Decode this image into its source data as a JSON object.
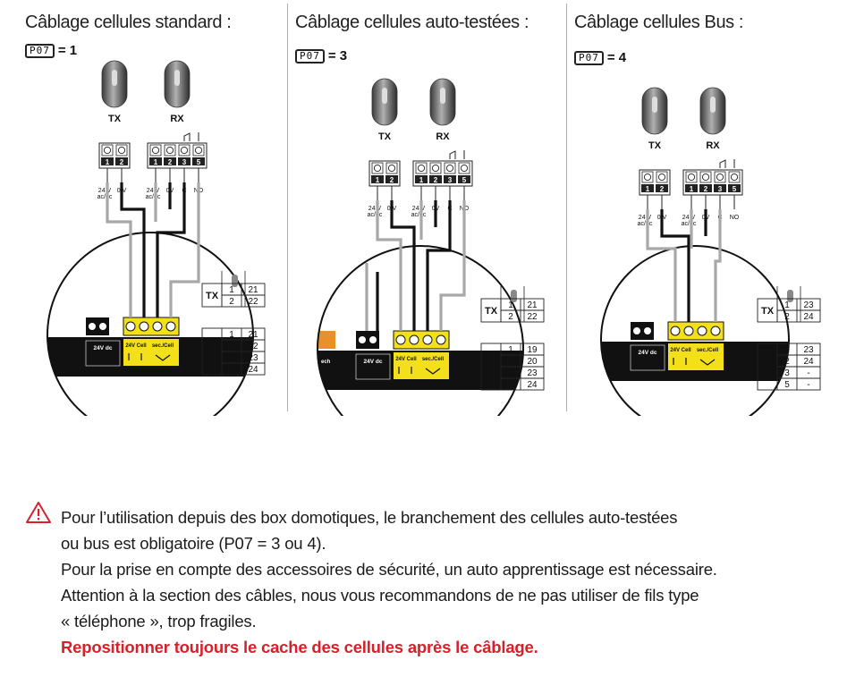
{
  "panels": [
    {
      "title": "Câblage cellules standard :",
      "param_code": "P07",
      "param_value": "= 1",
      "tx_label": "TX",
      "rx_label": "RX",
      "tx_terminals": [
        "1",
        "2"
      ],
      "rx_terminals": [
        "1",
        "2",
        "3",
        "5"
      ],
      "tx_signals": [
        "24 V\nac/dc",
        "0 V"
      ],
      "rx_signals": [
        "24 V\nac/dc",
        "0V",
        "C",
        "NO"
      ],
      "board_labels": [
        "24V dc",
        "24V Cell",
        "sec./Cell"
      ],
      "table": {
        "tx_rows": [
          [
            "1",
            "21"
          ],
          [
            "2",
            "22"
          ]
        ],
        "rx_rows": [
          [
            "1",
            "21"
          ],
          [
            "2",
            "22"
          ],
          [
            "3",
            "23"
          ],
          [
            "5",
            "24"
          ]
        ]
      }
    },
    {
      "title": "Câblage cellules auto-testées :",
      "param_code": "P07",
      "param_value": "= 3",
      "tx_label": "TX",
      "rx_label": "RX",
      "tx_terminals": [
        "1",
        "2"
      ],
      "rx_terminals": [
        "1",
        "2",
        "3",
        "5"
      ],
      "tx_signals": [
        "24 V\nac/dc",
        "0 V"
      ],
      "rx_signals": [
        "24 V\nac/dc",
        "0V",
        "C",
        "NO"
      ],
      "board_labels": [
        "24V dc",
        "24V Cell",
        "sec./Cell",
        "ech"
      ],
      "table": {
        "tx_rows": [
          [
            "1",
            "21"
          ],
          [
            "2",
            "22"
          ]
        ],
        "rx_rows": [
          [
            "1",
            "19"
          ],
          [
            "2",
            "20"
          ],
          [
            "3",
            "23"
          ],
          [
            "5",
            "24"
          ]
        ]
      }
    },
    {
      "title": "Câblage cellules Bus :",
      "param_code": "P07",
      "param_value": "= 4",
      "tx_label": "TX",
      "rx_label": "RX",
      "tx_terminals": [
        "1",
        "2"
      ],
      "rx_terminals": [
        "1",
        "2",
        "3",
        "5"
      ],
      "tx_signals": [
        "24 V\nac/dc",
        "0 V"
      ],
      "rx_signals": [
        "24 V\nac/dc",
        "0V",
        "C",
        "NO"
      ],
      "board_labels": [
        "24V dc",
        "24V Cell",
        "sec./Cell"
      ],
      "table": {
        "tx_rows": [
          [
            "1",
            "23"
          ],
          [
            "2",
            "24"
          ]
        ],
        "rx_rows": [
          [
            "1",
            "23"
          ],
          [
            "2",
            "24"
          ],
          [
            "3",
            "-"
          ],
          [
            "5",
            "-"
          ]
        ]
      }
    }
  ],
  "notes": {
    "lines": [
      "Pour l’utilisation depuis des box domotiques, le branchement des cellules auto-testées",
      "ou bus est obligatoire (P07 = 3 ou 4).",
      "Pour la prise en compte des accessoires de sécurité, un auto apprentissage est nécessaire.",
      "Attention à la section des câbles, nous vous recommandons de ne pas utiliser de fils type",
      "« téléphone », trop fragiles."
    ],
    "warning_red": "Repositionner toujours le cache des cellules après le câblage."
  },
  "colors": {
    "wire_black": "#111111",
    "wire_gray": "#a8a8a8",
    "board_yellow": "#f3e01a",
    "accent_orange": "#e8a25a",
    "warning_red": "#d6202b"
  }
}
